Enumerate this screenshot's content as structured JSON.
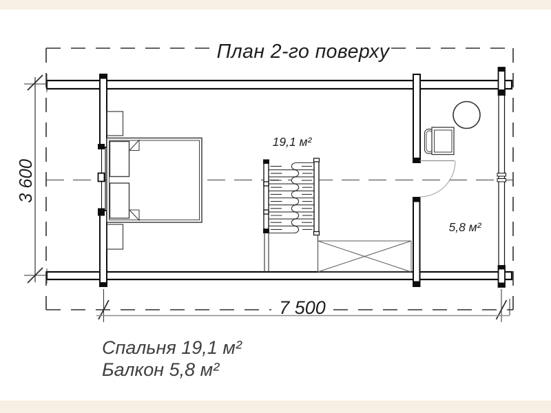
{
  "title": "План 2-го поверху",
  "dimensions": {
    "width_label": "7 500",
    "height_label": "3 600"
  },
  "rooms": {
    "bedroom_area_label": "19,1 м²",
    "balcony_area_label": "5,8 м²"
  },
  "legend": {
    "line1": "Спальня 19,1 м²",
    "line2": "Балкон 5,8 м²"
  },
  "colors": {
    "paper_band": "#f7efe3",
    "plan_background": "#ffffff",
    "wall_line": "#0d0d0d",
    "furniture_line": "#3e3e3e",
    "dimension_line": "#2e2e2e",
    "door_swing_line": "#9b9b9b",
    "baseline_gray": "#8c8c8c"
  }
}
